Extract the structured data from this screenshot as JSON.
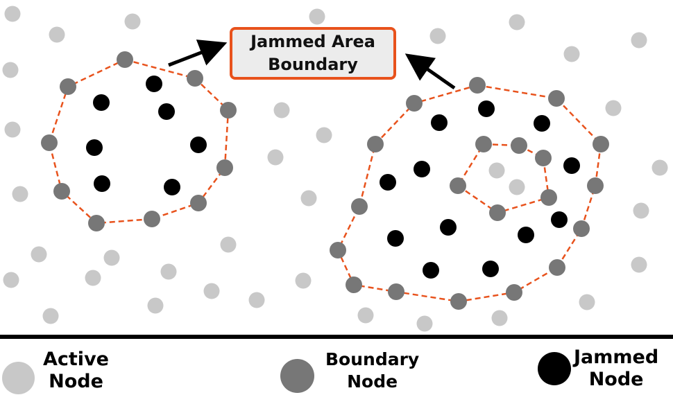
{
  "callout": {
    "label": "Jammed Area\nBoundary"
  },
  "legend": {
    "active": {
      "label": "Active\nNode"
    },
    "boundary": {
      "label": "Boundary\nNode"
    },
    "jammed": {
      "label": "Jammed\nNode"
    }
  },
  "colors": {
    "active_node": "#c8c8c8",
    "boundary_node": "#777777",
    "jammed_node": "#000000",
    "boundary_line": "#e8521c",
    "callout_border": "#e8521c",
    "callout_fill": "#ececec"
  }
}
